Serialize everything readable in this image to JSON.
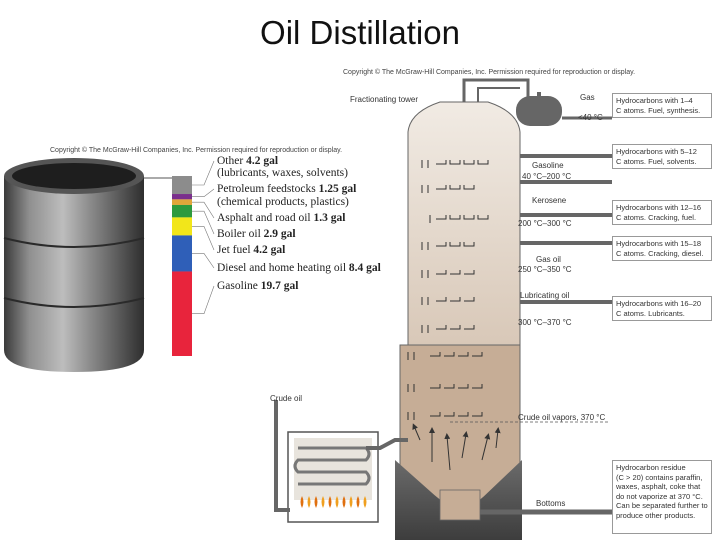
{
  "title": "Oil Distillation",
  "copyright": "Copyright © The McGraw-Hill Companies, Inc. Permission required for reproduction or display.",
  "colors": {
    "other": "#8c8c8c",
    "petroleum_feedstocks": "#7a2f8c",
    "asphalt": "#e0a63a",
    "boiler_oil": "#2e9a3e",
    "jet_fuel": "#f2e61a",
    "diesel": "#2f5fb8",
    "gasoline": "#e8243c",
    "tower": "#d9cbbd",
    "box_border": "#999999"
  },
  "barrel": {
    "products": [
      {
        "name": "Other",
        "amount": "4.2 gal",
        "detail": "(lubricants, waxes, solvents)",
        "gallons": 4.2,
        "color": "#8c8c8c"
      },
      {
        "name": "Petroleum feedstocks",
        "amount": "1.25 gal",
        "detail": "(chemical products, plastics)",
        "gallons": 1.25,
        "color": "#7a2f8c"
      },
      {
        "name": "Asphalt and road oil",
        "amount": "1.3 gal",
        "detail": "",
        "gallons": 1.3,
        "color": "#e0a63a"
      },
      {
        "name": "Boiler oil",
        "amount": "2.9 gal",
        "detail": "",
        "gallons": 2.9,
        "color": "#2e9a3e"
      },
      {
        "name": "Jet fuel",
        "amount": "4.2 gal",
        "detail": "",
        "gallons": 4.2,
        "color": "#f2e61a"
      },
      {
        "name": "Diesel and home heating oil",
        "amount": "8.4 gal",
        "detail": "",
        "gallons": 8.4,
        "color": "#2f5fb8"
      },
      {
        "name": "Gasoline",
        "amount": "19.7 gal",
        "detail": "",
        "gallons": 19.7,
        "color": "#e8243c"
      }
    ]
  },
  "tower": {
    "tower_label": "Fractionating tower",
    "gas": "Gas",
    "gas_temp": "<40 °C",
    "gasoline": "Gasoline",
    "gasoline_temp": "40 °C–200 °C",
    "kerosene": "Kerosene",
    "kerosene_temp": "200 °C–300 °C",
    "gas_oil": "Gas oil",
    "gas_oil_temp": "250 °C–350 °C",
    "lubricating_oil": "Lubricating oil",
    "lubricating_oil_temp": "300 °C–370 °C",
    "crude_oil": "Crude oil",
    "crude_vapors": "Crude oil vapors, 370 °C",
    "bottoms": "Bottoms",
    "boxes": [
      {
        "line1": "Hydrocarbons with 1–4",
        "line2": "C atoms. Fuel, synthesis."
      },
      {
        "line1": "Hydrocarbons with 5–12",
        "line2": "C atoms. Fuel, solvents."
      },
      {
        "line1": "Hydrocarbons with 12–16",
        "line2": "C atoms. Cracking, fuel."
      },
      {
        "line1": "Hydrocarbons with 15–18",
        "line2": "C atoms. Cracking, diesel."
      },
      {
        "line1": "Hydrocarbons with 16–20",
        "line2": "C atoms. Lubricants."
      }
    ],
    "residue_lines": [
      "Hydrocarbon residue",
      "(C > 20) contains paraffin,",
      "waxes, asphalt, coke that",
      "do not vaporize at 370 °C.",
      "Can be separated further to",
      "produce other products."
    ]
  }
}
